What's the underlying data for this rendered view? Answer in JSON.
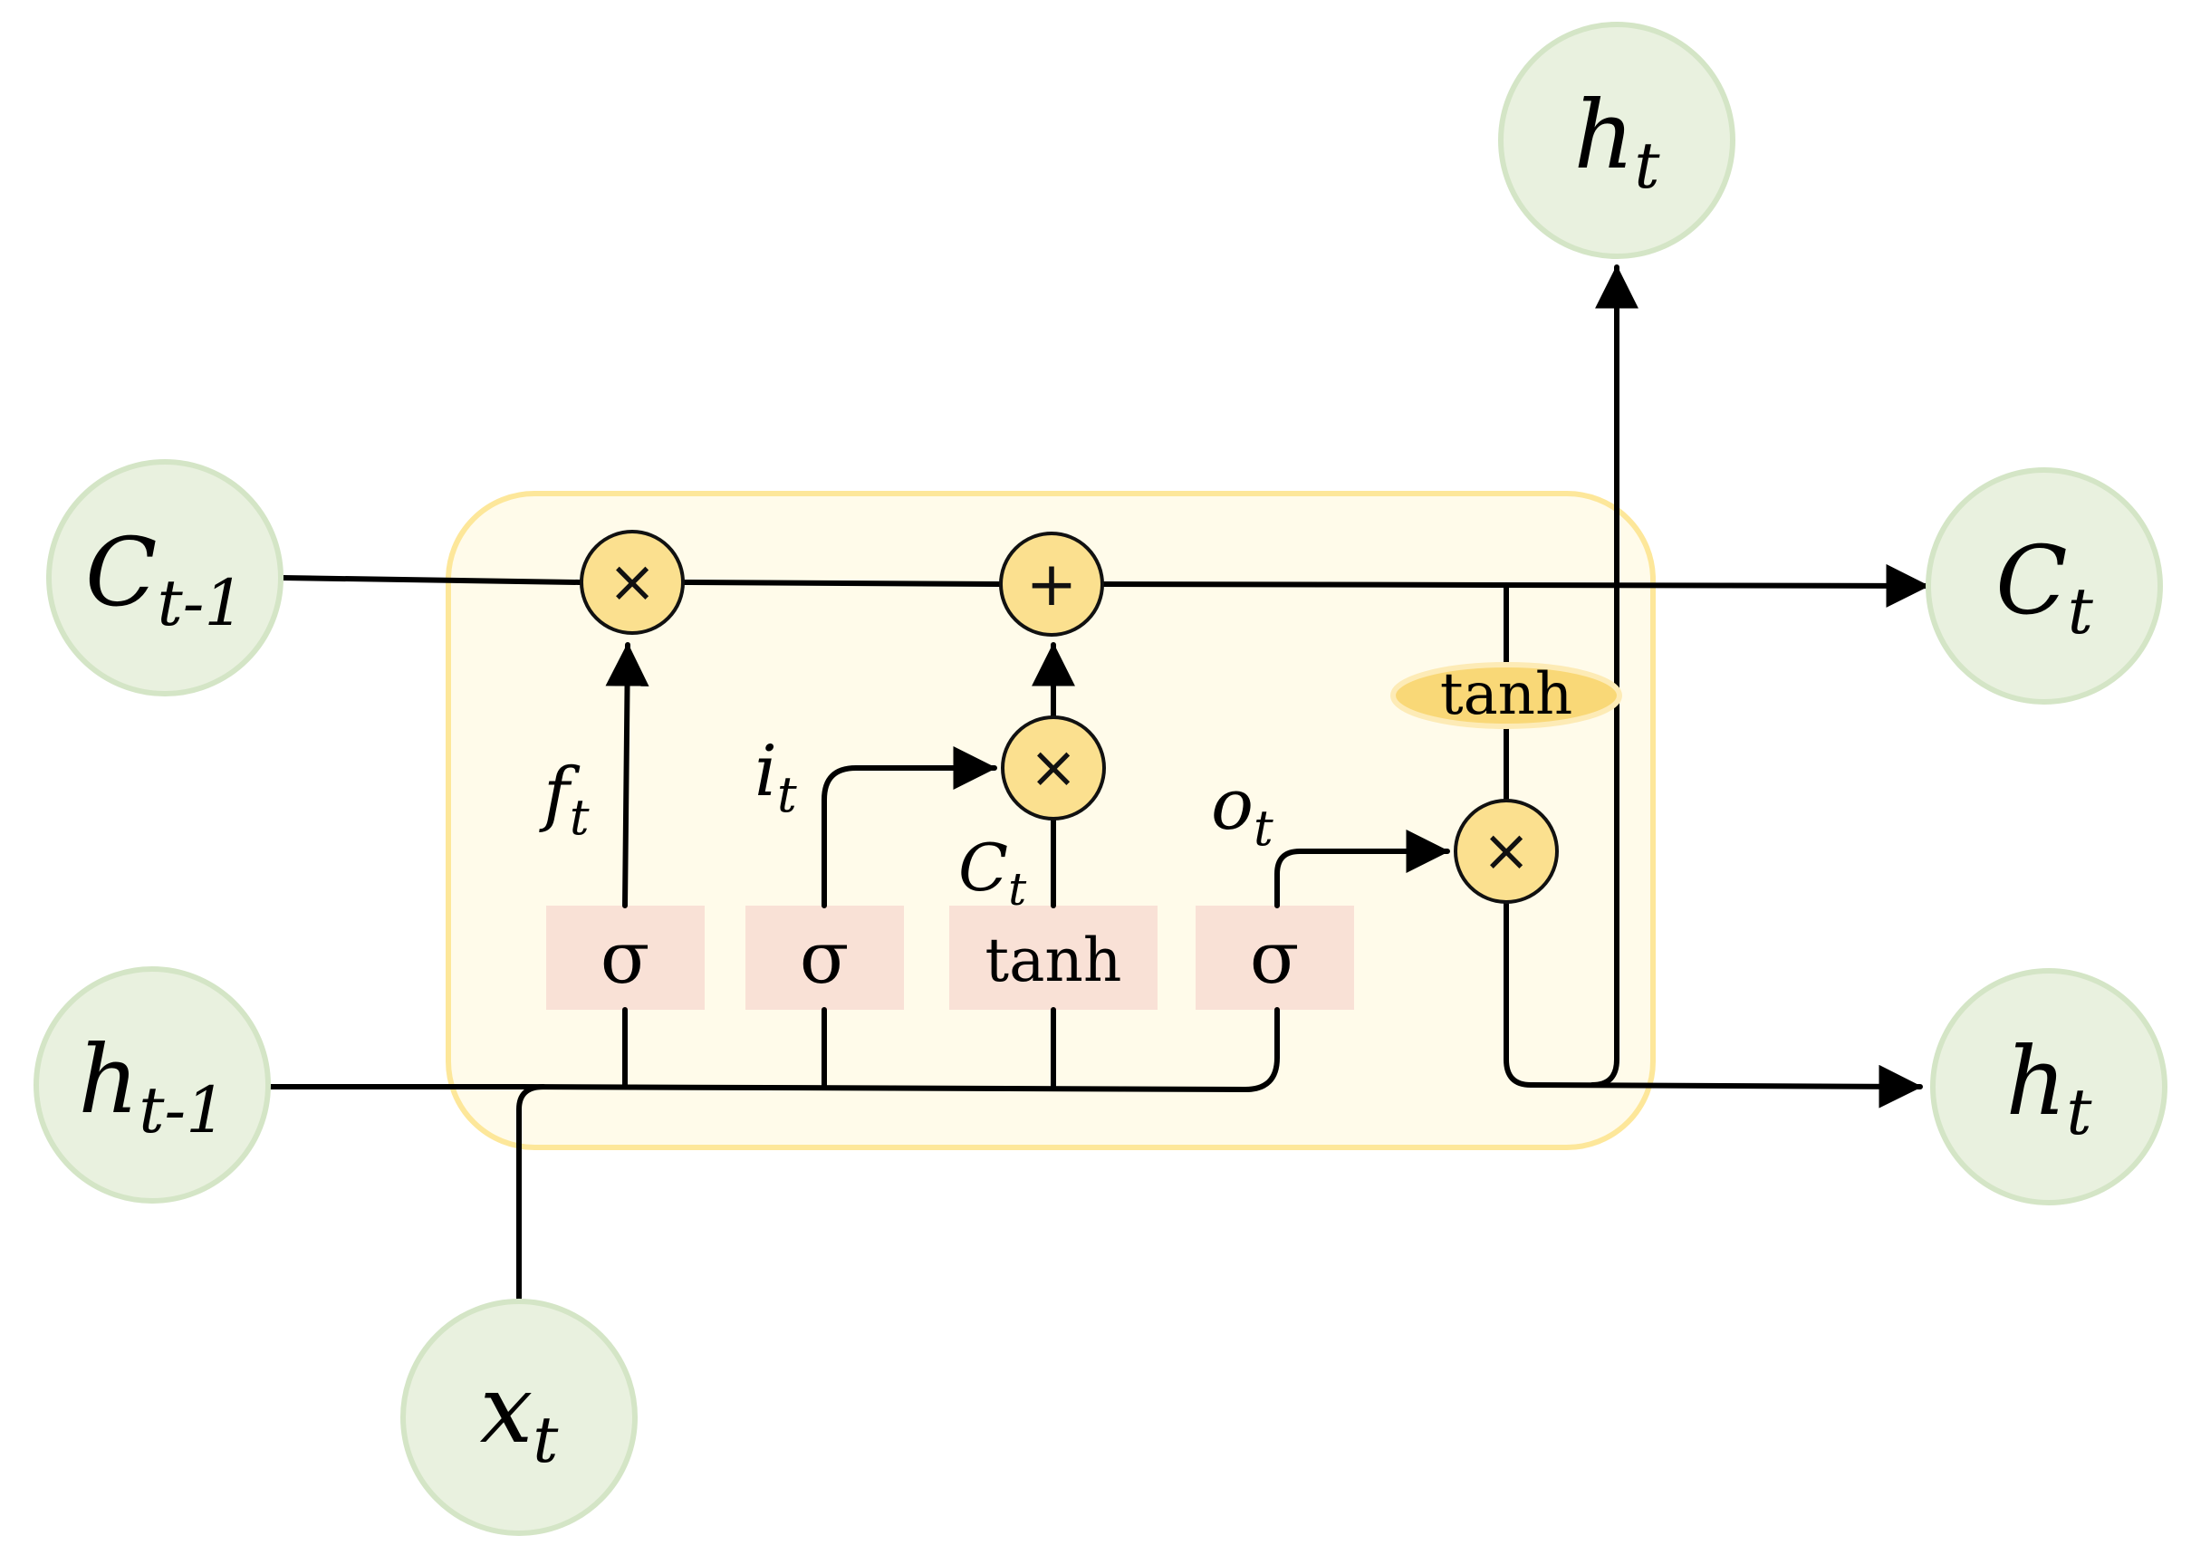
{
  "diagram": {
    "nodes": {
      "c_prev": {
        "base": "C",
        "sub": "t-1"
      },
      "h_prev": {
        "base": "h",
        "sub": "t-1"
      },
      "x_t": {
        "base": "x",
        "sub": "t"
      },
      "c_t": {
        "base": "C",
        "sub": "t"
      },
      "h_t_right": {
        "base": "h",
        "sub": "t"
      },
      "h_t_top": {
        "base": "h",
        "sub": "t"
      }
    },
    "gates": {
      "forget": "σ",
      "input": "σ",
      "candidate": "tanh",
      "output": "σ"
    },
    "cell_tanh": "tanh",
    "operators": {
      "forget_mult": "×",
      "add": "+",
      "input_mult": "×",
      "output_mult": "×"
    },
    "labels": {
      "f": {
        "base": "f",
        "sub": "t"
      },
      "i": {
        "base": "i",
        "sub": "t"
      },
      "c_tilde": {
        "base": "C",
        "sub": "t"
      },
      "o": {
        "base": "o",
        "sub": "t"
      }
    },
    "colors": {
      "node_fill": "#e9f1df",
      "operator_fill": "#fbe08f",
      "gate_fill": "#f9e1d6",
      "cell_fill": "#fffbea",
      "cell_border": "#fde79a"
    }
  }
}
